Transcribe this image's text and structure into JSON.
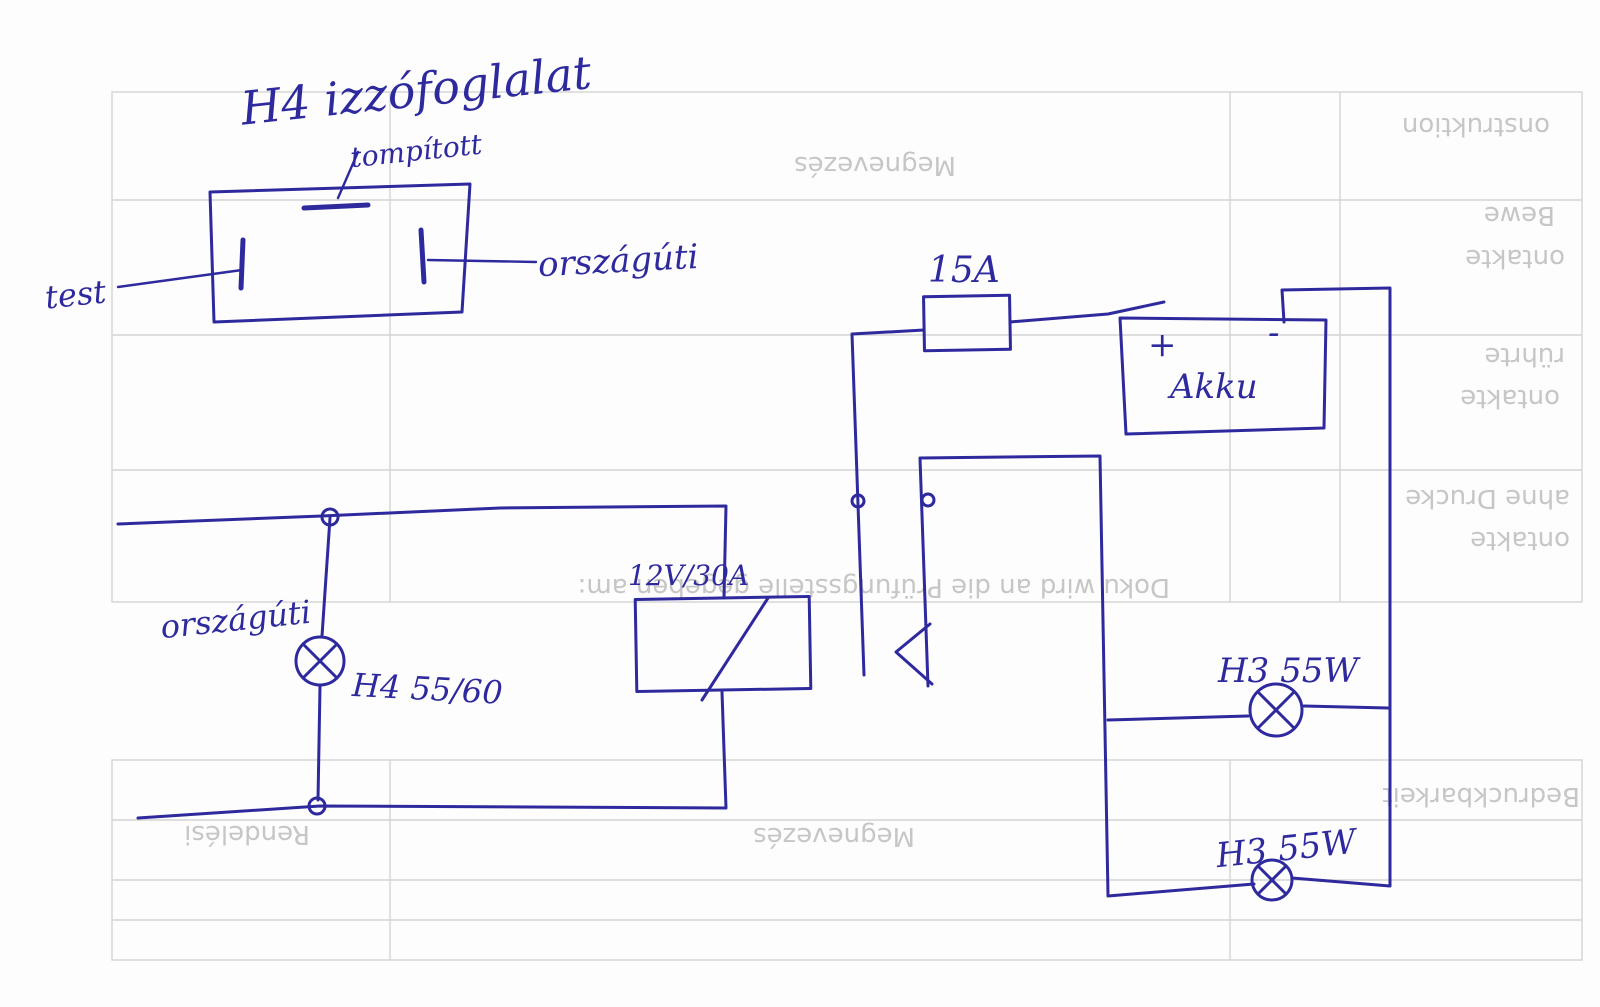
{
  "labels": {
    "title": "H4 izzófoglalat",
    "tompitott": "tompított",
    "test": "test",
    "orszagiti_top": "országúti",
    "fuse": "15A",
    "battery_plus": "+",
    "battery_minus": "-",
    "battery": "Akku",
    "relay": "12V/30A",
    "orszagiti_left": "országúti",
    "h4_bulb": "H4 55/60",
    "h3_upper": "H3 55W",
    "h3_lower": "H3 55W"
  },
  "background_print": {
    "top_center": "Megnevezés",
    "top_right": "onstruktion",
    "right_1": "Bewe",
    "right_2": "ontakte",
    "right_3": "rührte",
    "right_4": "ontakte",
    "right_5": "ahne Drucke",
    "right_6": "ontakte",
    "middle": "Doku wird an die Prüfungsstelle gegeben am:",
    "bottom_right": "Bedruckbarkeit",
    "bottom_center": "Megnevezés",
    "bottom_left": "Rendelési"
  },
  "colors": {
    "ink": "#2e2a9e",
    "paper": "#fdfdfd",
    "print_ghost": "#c6c6c6"
  }
}
